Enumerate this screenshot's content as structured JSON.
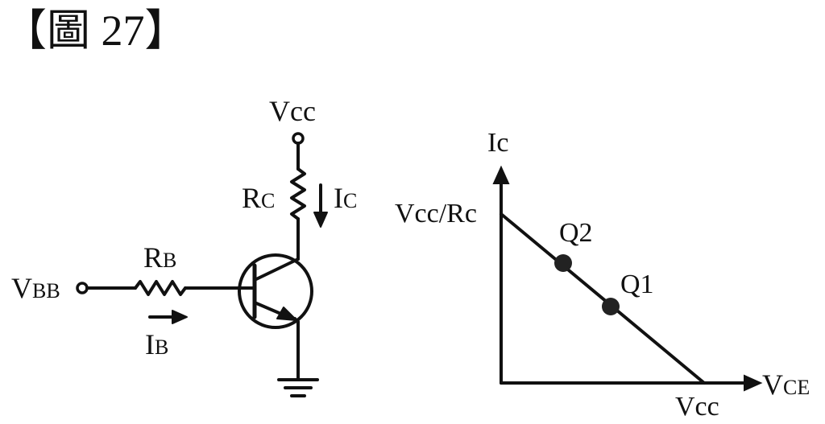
{
  "figure": {
    "title": "【圖 27】"
  },
  "circuit": {
    "vcc_label": "Vcc",
    "rc_main": "R",
    "rc_sub": "C",
    "ic_main": "I",
    "ic_sub": "C",
    "rb_main": "R",
    "rb_sub": "B",
    "vbb_main": "V",
    "vbb_sub": "BB",
    "ib_main": "I",
    "ib_sub": "B"
  },
  "load_line": {
    "y_axis_label": "Ic",
    "x_axis_main": "V",
    "x_axis_sub": "CE",
    "y_intercept_label": "Vcc/Rc",
    "x_intercept_label": "Vcc",
    "points": [
      {
        "label": "Q2"
      },
      {
        "label": "Q1"
      }
    ]
  },
  "colors": {
    "ink": "#111111",
    "background": "#ffffff"
  }
}
